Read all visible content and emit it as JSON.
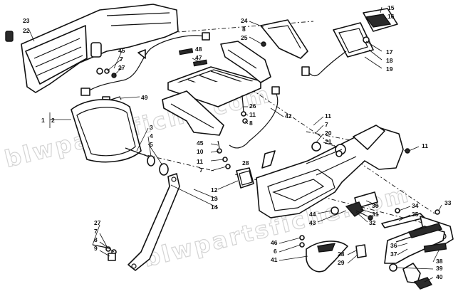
{
  "watermark": {
    "text": "blwpartsfiche.com"
  },
  "callouts": [
    {
      "id": "c23",
      "label": "23"
    },
    {
      "id": "c22",
      "label": "22"
    },
    {
      "id": "c45a",
      "label": "45"
    },
    {
      "id": "c7a",
      "label": "7"
    },
    {
      "id": "c27a",
      "label": "27"
    },
    {
      "id": "c49",
      "label": "49"
    },
    {
      "id": "c48",
      "label": "48"
    },
    {
      "id": "c47",
      "label": "47"
    },
    {
      "id": "c24",
      "label": "24"
    },
    {
      "id": "c8a",
      "label": "8"
    },
    {
      "id": "c25",
      "label": "25"
    },
    {
      "id": "c15",
      "label": "15"
    },
    {
      "id": "c16",
      "label": "16"
    },
    {
      "id": "c17",
      "label": "17"
    },
    {
      "id": "c18",
      "label": "18"
    },
    {
      "id": "c19",
      "label": "19"
    },
    {
      "id": "c26",
      "label": "26"
    },
    {
      "id": "c11a",
      "label": "11"
    },
    {
      "id": "c8b",
      "label": "8"
    },
    {
      "id": "c42",
      "label": "42"
    },
    {
      "id": "c1",
      "label": "1"
    },
    {
      "id": "c2",
      "label": "2"
    },
    {
      "id": "c3",
      "label": "3"
    },
    {
      "id": "c4",
      "label": "4"
    },
    {
      "id": "c5",
      "label": "5"
    },
    {
      "id": "c45b",
      "label": "45"
    },
    {
      "id": "c10",
      "label": "10"
    },
    {
      "id": "c11b",
      "label": "11"
    },
    {
      "id": "c7b",
      "label": "7"
    },
    {
      "id": "c28a",
      "label": "28"
    },
    {
      "id": "c11c",
      "label": "11"
    },
    {
      "id": "c7c",
      "label": "7"
    },
    {
      "id": "c20",
      "label": "20"
    },
    {
      "id": "c21",
      "label": "21"
    },
    {
      "id": "c11d",
      "label": "11"
    },
    {
      "id": "c12",
      "label": "12"
    },
    {
      "id": "c13",
      "label": "13"
    },
    {
      "id": "c14",
      "label": "14"
    },
    {
      "id": "c30",
      "label": "30"
    },
    {
      "id": "c31",
      "label": "31"
    },
    {
      "id": "c44",
      "label": "44"
    },
    {
      "id": "c43",
      "label": "43"
    },
    {
      "id": "c32",
      "label": "32"
    },
    {
      "id": "c34",
      "label": "34"
    },
    {
      "id": "c35",
      "label": "35"
    },
    {
      "id": "c33",
      "label": "33"
    },
    {
      "id": "c27b",
      "label": "27"
    },
    {
      "id": "c7d",
      "label": "7"
    },
    {
      "id": "c8c",
      "label": "8"
    },
    {
      "id": "c9",
      "label": "9"
    },
    {
      "id": "c46",
      "label": "46"
    },
    {
      "id": "c6",
      "label": "6"
    },
    {
      "id": "c41",
      "label": "41"
    },
    {
      "id": "c28b",
      "label": "28"
    },
    {
      "id": "c29",
      "label": "29"
    },
    {
      "id": "c36",
      "label": "36"
    },
    {
      "id": "c37",
      "label": "37"
    },
    {
      "id": "c38",
      "label": "38"
    },
    {
      "id": "c39",
      "label": "39"
    },
    {
      "id": "c40",
      "label": "40"
    }
  ]
}
